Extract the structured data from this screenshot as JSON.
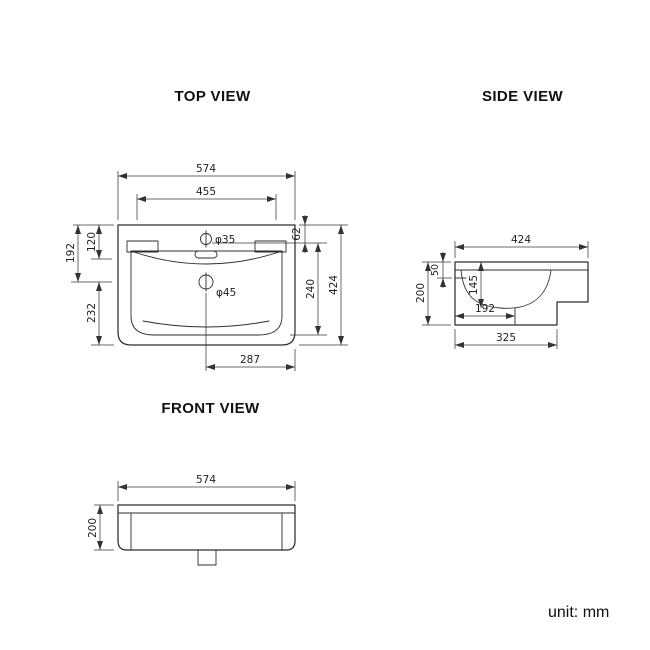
{
  "unit_label": "unit: mm",
  "views": {
    "top": {
      "title": "TOP VIEW",
      "dims": {
        "overall_width": "574",
        "inner_width": "455",
        "faucet_offset": "62",
        "back_inner_depth": "120",
        "back_depth": "192",
        "front_depth": "232",
        "bowl_depth": "240",
        "overall_depth": "424",
        "half_width": "287",
        "faucet_hole_dia": "φ35",
        "drain_hole_dia": "φ45"
      }
    },
    "side": {
      "title": "SIDE VIEW",
      "dims": {
        "overall_depth": "424",
        "height": "200",
        "rim_thickness": "50",
        "bowl_inner_depth": "145",
        "drain_offset": "192",
        "base_depth": "325"
      }
    },
    "front": {
      "title": "FRONT VIEW",
      "dims": {
        "overall_width": "574",
        "height": "200"
      }
    }
  }
}
